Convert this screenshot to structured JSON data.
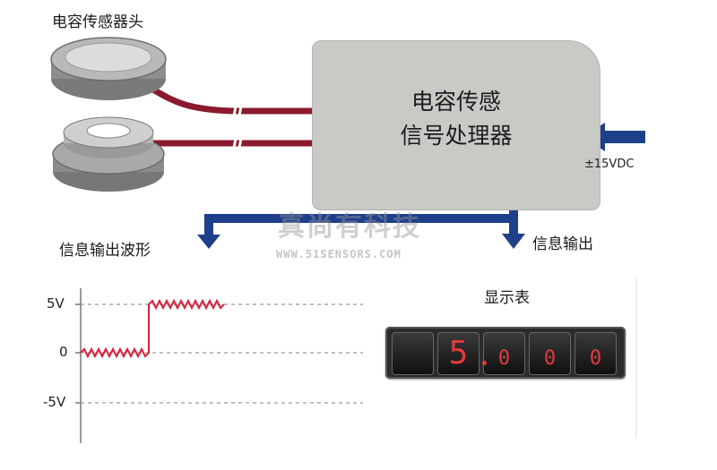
{
  "labels": {
    "sensor_head": "电容传感器头",
    "processor_line1": "电容传感",
    "processor_line2": "信号处理器",
    "power": "±15VDC",
    "output_waveform": "信息输出波形",
    "signal_output": "信息输出",
    "display_title": "显示表"
  },
  "axis": {
    "y_ticks": [
      "5V",
      "0",
      "-5V"
    ]
  },
  "display": {
    "digits": [
      "5",
      "0",
      "0",
      "0"
    ]
  },
  "watermark": {
    "text": "真尚有科技",
    "url": "WWW.51SENSORS.COM"
  },
  "colors": {
    "arrow": "#1e3f8a",
    "cable": "#8b1a2e",
    "wave": "#d8203a",
    "led": "#e33b3b"
  }
}
